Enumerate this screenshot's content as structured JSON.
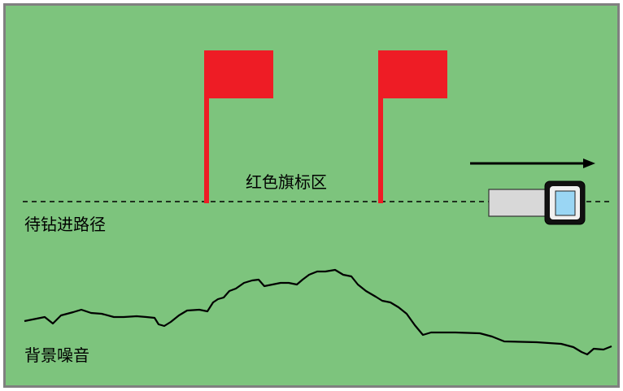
{
  "labels": {
    "flag_zone": "红色旗标区",
    "drill_path": "待钻进路径",
    "background_noise": "背景噪音"
  },
  "colors": {
    "background": "#7dc47d",
    "border": "#808080",
    "flag": "#ee1c25",
    "pole": "#ee1c25",
    "tool_body": "#d8d8d8",
    "tool_screen": "#9ad6f4",
    "line": "#000000"
  },
  "icons": {
    "flag": "flag-icon",
    "drill_tool": "drill-locator-icon",
    "direction_arrow": "arrow-right-icon"
  }
}
